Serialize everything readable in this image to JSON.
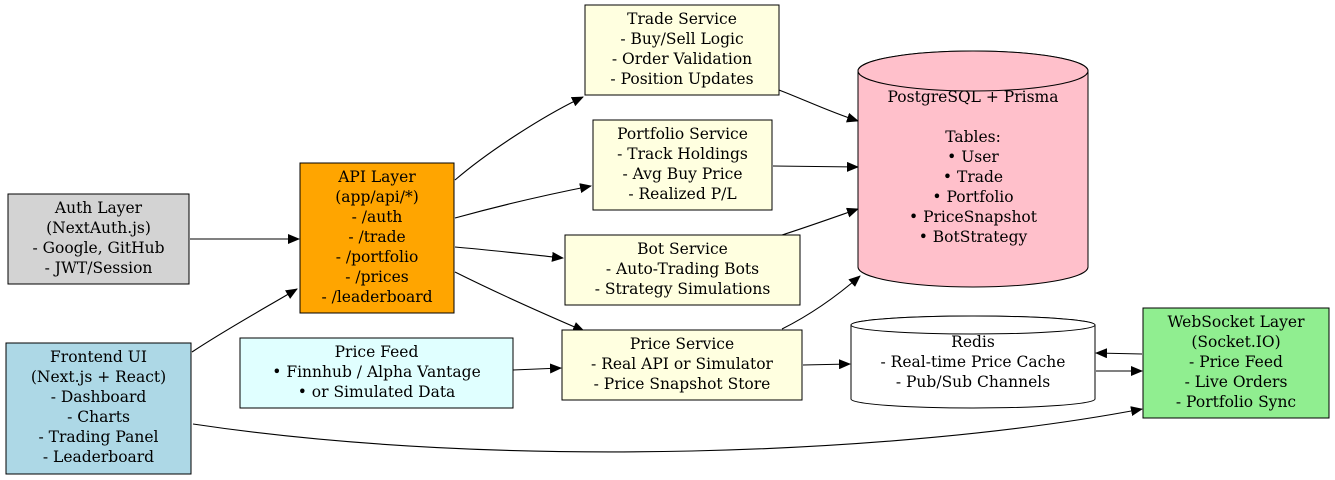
{
  "nodes": {
    "auth": {
      "fill": "#d3d3d3",
      "lines": [
        "Auth Layer",
        "(NextAuth.js)",
        "- Google, GitHub",
        "- JWT/Session"
      ]
    },
    "frontend": {
      "fill": "#add8e6",
      "lines": [
        "Frontend UI",
        "(Next.js + React)",
        "- Dashboard",
        "- Charts",
        "- Trading Panel",
        "- Leaderboard"
      ]
    },
    "api": {
      "fill": "#ffa500",
      "lines": [
        "API Layer",
        "(app/api/*)",
        "- /auth",
        "- /trade",
        "- /portfolio",
        "- /prices",
        "- /leaderboard"
      ]
    },
    "price_feed": {
      "fill": "#e0ffff",
      "lines": [
        "Price Feed",
        "• Finnhub / Alpha Vantage",
        "• or Simulated Data"
      ]
    },
    "trade": {
      "fill": "#ffffe0",
      "lines": [
        "Trade Service",
        "- Buy/Sell Logic",
        "- Order Validation",
        "- Position Updates"
      ]
    },
    "portfolio": {
      "fill": "#ffffe0",
      "lines": [
        "Portfolio Service",
        "- Track Holdings",
        "- Avg Buy Price",
        "- Realized P/L"
      ]
    },
    "bot": {
      "fill": "#ffffe0",
      "lines": [
        "Bot Service",
        "- Auto-Trading Bots",
        "- Strategy Simulations"
      ]
    },
    "price_service": {
      "fill": "#ffffe0",
      "lines": [
        "Price Service",
        "- Real API or Simulator",
        "- Price Snapshot Store"
      ]
    },
    "postgres": {
      "fill": "#ffc0cb",
      "lines": [
        "PostgreSQL + Prisma",
        "",
        "Tables:",
        "• User",
        "• Trade",
        "• Portfolio",
        "• PriceSnapshot",
        "• BotStrategy"
      ]
    },
    "redis": {
      "fill": "#ffffff",
      "lines": [
        "Redis",
        "- Real-time Price Cache",
        "- Pub/Sub Channels"
      ]
    },
    "websocket": {
      "fill": "#90ee90",
      "lines": [
        "WebSocket Layer",
        "(Socket.IO)",
        "- Price Feed",
        "- Live Orders",
        "- Portfolio Sync"
      ]
    }
  },
  "edges": [
    {
      "from": "auth",
      "to": "api"
    },
    {
      "from": "frontend",
      "to": "api"
    },
    {
      "from": "frontend",
      "to": "websocket"
    },
    {
      "from": "api",
      "to": "trade"
    },
    {
      "from": "api",
      "to": "portfolio"
    },
    {
      "from": "api",
      "to": "bot"
    },
    {
      "from": "api",
      "to": "price_service"
    },
    {
      "from": "price_feed",
      "to": "price_service"
    },
    {
      "from": "trade",
      "to": "postgres"
    },
    {
      "from": "portfolio",
      "to": "postgres"
    },
    {
      "from": "bot",
      "to": "postgres"
    },
    {
      "from": "price_service",
      "to": "postgres"
    },
    {
      "from": "price_service",
      "to": "redis"
    },
    {
      "from": "redis",
      "to": "websocket"
    },
    {
      "from": "websocket",
      "to": "redis"
    }
  ]
}
